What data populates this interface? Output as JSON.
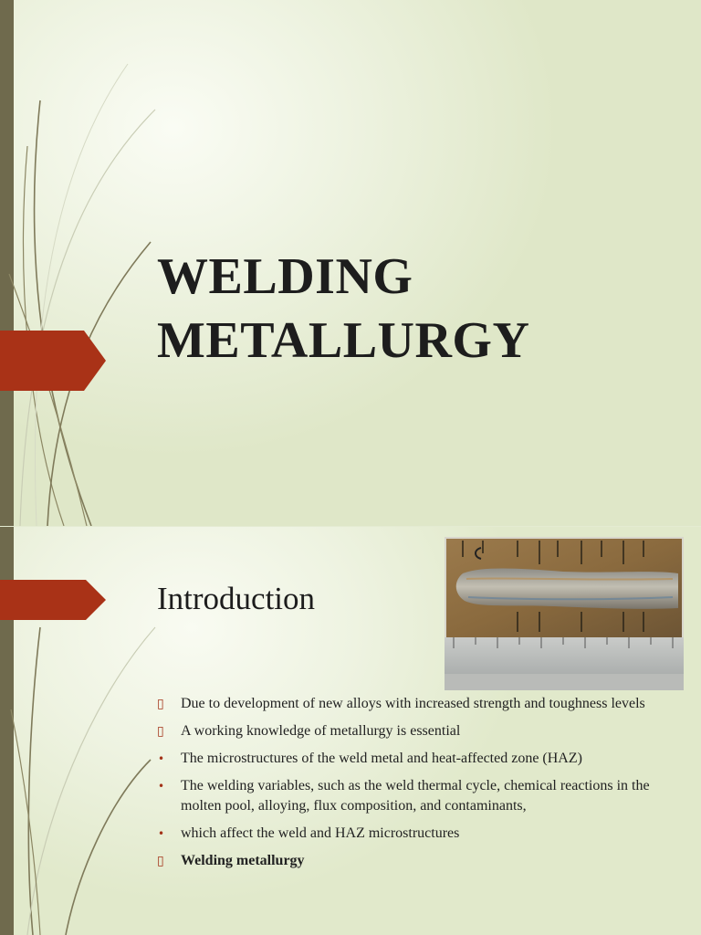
{
  "slide1": {
    "title_line1": "WELDING",
    "title_line2": "METALLURGY"
  },
  "slide2": {
    "title": "Introduction",
    "bullets": [
      {
        "text": "Due to development of new alloys with increased strength and toughness levels",
        "marker": "▯"
      },
      {
        "text": "A working knowledge of metallurgy is essential",
        "marker": "▯"
      },
      {
        "text": "The microstructures of the weld metal and heat-affected zone (HAZ)",
        "marker": "•"
      },
      {
        "text": "The welding variables, such as the weld thermal cycle, chemical reactions in the molten pool, alloying, flux composition, and contaminants,",
        "marker": "•"
      },
      {
        "text": "which affect the weld and HAZ microstructures",
        "marker": "•"
      },
      {
        "text": "Welding metallurgy",
        "marker": "▯"
      }
    ]
  },
  "colors": {
    "accent": "#a93217",
    "side_bar": "#6f6a4d",
    "background": "#e4ebd2"
  }
}
